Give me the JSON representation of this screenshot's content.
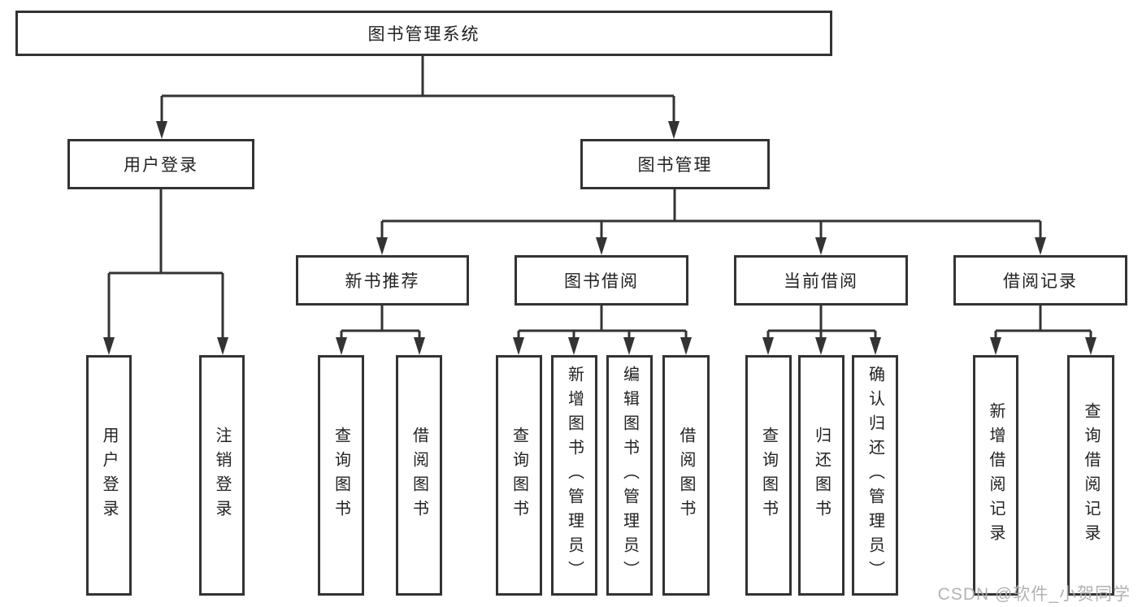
{
  "nodes": {
    "root": "图书管理系统",
    "user_login_branch": "用户登录",
    "book_mgmt": "图书管理",
    "new_book_rec": "新书推荐",
    "book_borrow": "图书借阅",
    "current_borrow": "当前借阅",
    "borrow_records": "借阅记录",
    "leaf_user_login": "用户登录",
    "leaf_logout": "注销登录",
    "leaf_nb_query": "查询图书",
    "leaf_nb_borrow": "借阅图书",
    "leaf_bb_query": "查询图书",
    "leaf_bb_add": "新增图书（管理员）",
    "leaf_bb_edit": "编辑图书（管理员）",
    "leaf_bb_borrow": "借阅图书",
    "leaf_cb_query": "查询图书",
    "leaf_cb_return": "归还图书",
    "leaf_cb_confirm": "确认归还（管理员）",
    "leaf_br_add": "新增借阅记录",
    "leaf_br_query": "查询借阅记录"
  },
  "watermark": "CSDN @软件_小贺同学",
  "colors": {
    "line": "#333333",
    "text": "#222222",
    "background": "#ffffff",
    "watermark": "#ababab"
  }
}
